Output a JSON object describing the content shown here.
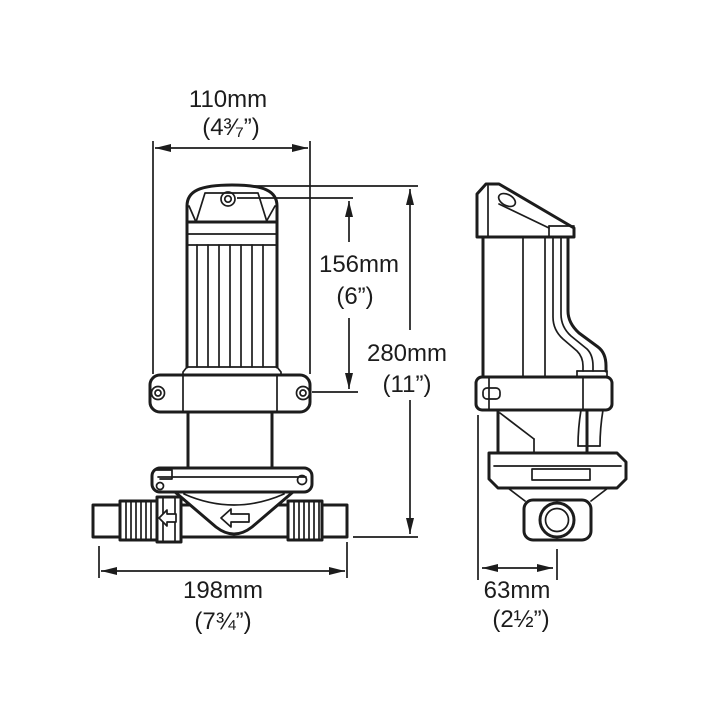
{
  "meta": {
    "background": "#ffffff",
    "ink": "#1c1c1c"
  },
  "dim_labels": {
    "motor_width": {
      "metric": "110mm",
      "imperial": "(4³⁄₇”)"
    },
    "motor_height": {
      "metric": "156mm",
      "imperial": "(6”)"
    },
    "overall_height": {
      "metric": "280mm",
      "imperial": "(11”)"
    },
    "overall_width": {
      "metric": "198mm",
      "imperial": "(7¾”)"
    },
    "side_depth": {
      "metric": "63mm",
      "imperial": "(2½”)"
    }
  }
}
